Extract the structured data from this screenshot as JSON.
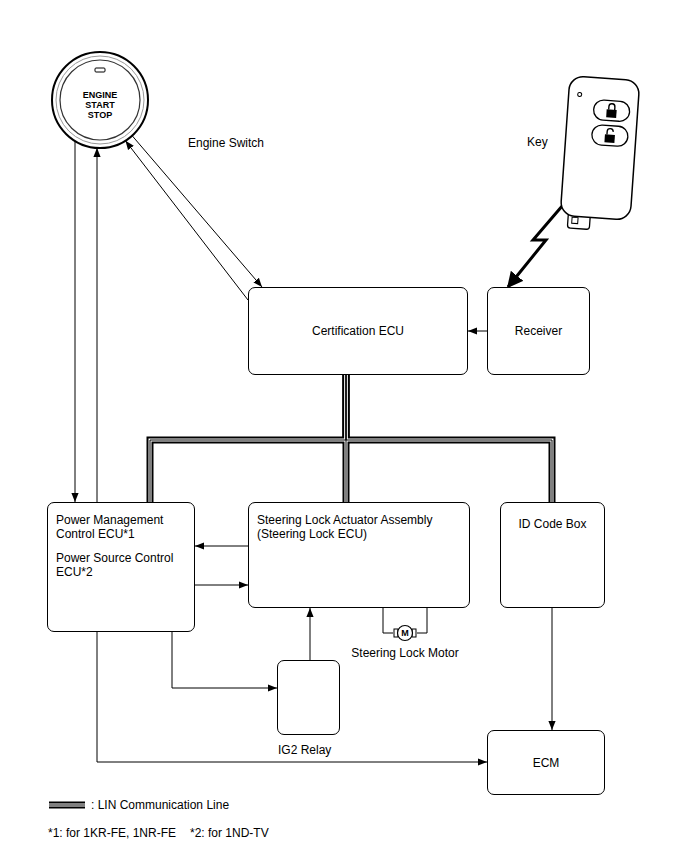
{
  "diagram": {
    "nodes": [
      {
        "text": [
          "ENGINE START STOP",
          "Engine Switch"
        ]
      },
      {
        "text": [
          "Key"
        ]
      },
      {
        "text": [
          "Certification ECU"
        ]
      },
      {
        "text": [
          "Receiver"
        ]
      },
      {
        "text": [
          "Power Management Control ECU*1",
          "Power Source Control ECU*2"
        ]
      },
      {
        "text": [
          "Steering Lock Actuator Assembly (Steering Lock ECU)"
        ]
      },
      {
        "text": [
          "M",
          "Steering Lock Motor"
        ]
      },
      {
        "text": [
          "ID Code Box"
        ]
      },
      {
        "text": [
          "IG2 Relay"
        ]
      },
      {
        "text": [
          "ECM"
        ]
      }
    ],
    "edges": [
      {
        "from": 0,
        "to": 2,
        "arrow": "to"
      },
      {
        "from": 2,
        "to": 0,
        "arrow": "to"
      },
      {
        "from": 0,
        "to": 4,
        "arrow": "to"
      },
      {
        "from": 4,
        "to": 0,
        "arrow": "to"
      },
      {
        "from": 1,
        "to": 3,
        "arrow": "to"
      },
      {
        "from": 3,
        "to": 2,
        "arrow": "to"
      },
      {
        "from": 2,
        "to": 4,
        "arrow": "none"
      },
      {
        "from": 2,
        "to": 5,
        "arrow": "none"
      },
      {
        "from": 2,
        "to": 7,
        "arrow": "none"
      },
      {
        "from": 5,
        "to": 4,
        "arrow": "to"
      },
      {
        "from": 4,
        "to": 5,
        "arrow": "to"
      },
      {
        "from": 5,
        "to": 6,
        "arrow": "none"
      },
      {
        "from": 5,
        "to": 6,
        "arrow": "none"
      },
      {
        "from": 4,
        "to": 8,
        "arrow": "to"
      },
      {
        "from": 8,
        "to": 5,
        "arrow": "to"
      },
      {
        "from": 4,
        "to": 9,
        "arrow": "to"
      },
      {
        "from": 7,
        "to": 9,
        "arrow": "to"
      }
    ],
    "labels": [
      "*1: for 1KR-FE, 1NR-FE",
      "*2: for 1ND-TV"
    ],
    "legend": [
      {
        "text": ": LIN Communication Line"
      }
    ]
  }
}
